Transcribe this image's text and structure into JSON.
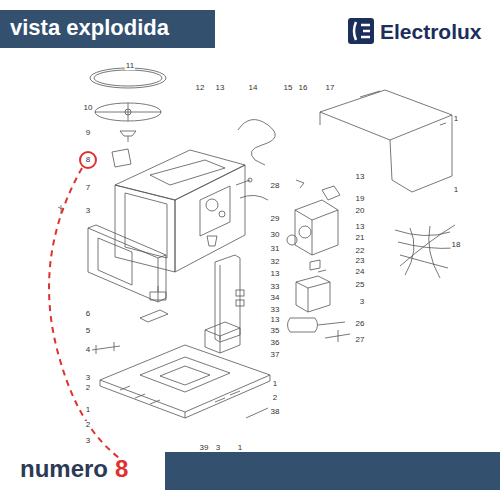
{
  "diagram": {
    "title": "vista explodida",
    "labels": [
      "Electrolux",
      "numero",
      "8",
      "11",
      "10",
      "9",
      "8",
      "7",
      "3",
      "6",
      "5",
      "4",
      "3",
      "2",
      "1",
      "2",
      "3",
      "12",
      "13",
      "14",
      "15",
      "16",
      "17",
      "1",
      "1",
      "13",
      "19",
      "20",
      "13",
      "21",
      "22",
      "23",
      "24",
      "25",
      "3",
      "26",
      "27",
      "18",
      "28",
      "29",
      "30",
      "31",
      "32",
      "13",
      "33",
      "34",
      "33",
      "13",
      "35",
      "36",
      "37",
      "38",
      "1",
      "2",
      "39",
      "3",
      "1"
    ]
  }
}
